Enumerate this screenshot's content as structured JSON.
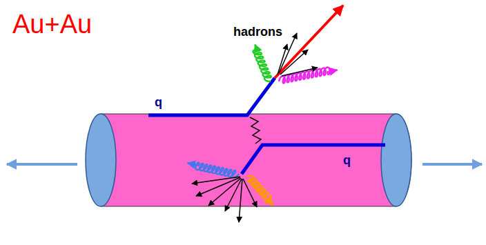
{
  "diagram": {
    "title": "Au+Au",
    "labels": [
      "hadrons",
      "q",
      "q"
    ]
  }
}
